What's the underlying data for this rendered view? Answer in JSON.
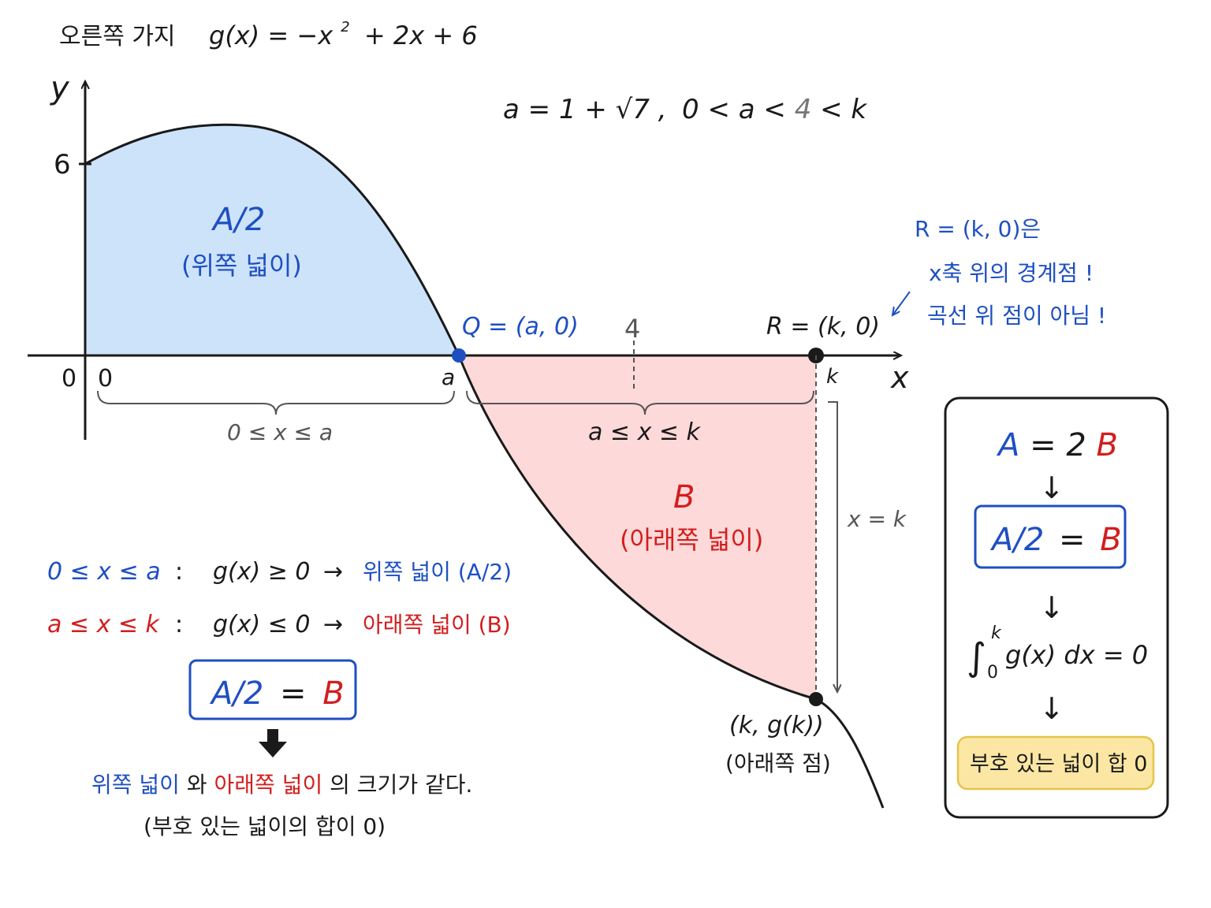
{
  "header": {
    "branch_label": "오른쪽 가지",
    "function_lhs": "g(x) = −x",
    "function_exp": "2",
    "function_rhs": "+ 2x + 6"
  },
  "condition": {
    "a_def": "a = 1 + √7 ,",
    "inequality_left": "0 < a <",
    "inequality_four": "4",
    "inequality_right": "< k"
  },
  "axes": {
    "y_label": "y",
    "x_label": "x",
    "y_tick": "6",
    "origin_left": "0",
    "origin_right": "0",
    "x_tick_a": "a",
    "x_tick_k": "k",
    "x_mark_four": "4"
  },
  "points": {
    "Q_label": "Q = (a, 0)",
    "R_label": "R = (k, 0)",
    "Kg_label": "(k, g(k))",
    "Kg_sub": "(아래쪽 점)"
  },
  "regions": {
    "A_title": "A/2",
    "A_sub": "(위쪽 넓이)",
    "B_title": "B",
    "B_sub": "(아래쪽 넓이)"
  },
  "intervals": {
    "left": "0 ≤ x ≤ a",
    "right": "a ≤ x ≤ k",
    "vertical": "x = k"
  },
  "note": {
    "line1": "R = (k, 0)은",
    "line2": "x축 위의 경계점 !",
    "line3": "곡선 위 점이 아님 !"
  },
  "legend": {
    "row1_interval": "0 ≤ x ≤ a",
    "row1_colon": ":",
    "row1_cond": "g(x) ≥ 0",
    "row1_arrow": "→",
    "row1_result": "위쪽 넓이 (A/2)",
    "row2_interval": "a ≤ x ≤ k",
    "row2_colon": ":",
    "row2_cond": "g(x) ≤ 0",
    "row2_arrow": "→",
    "row2_result": "아래쪽 넓이 (B)"
  },
  "equation_box": {
    "left": "A/2",
    "eq": "=",
    "right": "B"
  },
  "conclusion": {
    "part1": "위쪽 넓이",
    "part2": "와 ",
    "part3": "아래쪽 넓이",
    "part4": "의 크기가 같다.",
    "line2": "(부호 있는 넓이의 합이 0)"
  },
  "side_panel": {
    "s1_A": "A",
    "s1_eq": "= 2",
    "s1_B": "B",
    "arrow": "↓",
    "s2_left": "A/2",
    "s2_eq": "=",
    "s2_right": "B",
    "integral_sign": "∫",
    "integral_upper": "k",
    "integral_lower": "0",
    "integral_body": "g(x) dx = 0",
    "final": "부호 있는 넓이 합 0"
  },
  "colors": {
    "blue_region": "#cde3fa",
    "red_region": "#fdd9d9",
    "blue_ink": "#1e4fc2",
    "red_ink": "#d21e1e",
    "highlight": "#fbe7a3"
  }
}
